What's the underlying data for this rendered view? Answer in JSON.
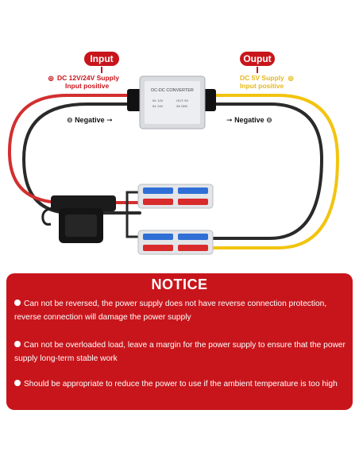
{
  "labels": {
    "input_pill": "Input",
    "output_pill": "Ouput",
    "input_desc_line1": "DC 12V/24V Supply",
    "input_desc_line2": "Input positive",
    "output_desc_line1": "DC 5V Supply",
    "output_desc_line2": "Input positive",
    "negative_left": "Negative",
    "negative_right": "Negative",
    "plus_symbol": "⊕",
    "minus_symbol": "⊖",
    "arrow_symbol": "➞"
  },
  "converter": {
    "title": "DC-DC CONVERTER",
    "spec_left_1": "IN: 12V",
    "spec_left_2": "IN: 24V",
    "spec_right_1": "OUT: 5V",
    "spec_right_2": "3A 15W"
  },
  "colors": {
    "accent_red": "#c8151b",
    "input_text": "#c8151b",
    "output_text": "#e7b81a",
    "red_wire": "#d32f2f",
    "yellow_wire": "#f2c40f",
    "black_wire": "#2a2a2a",
    "notice_bg": "#c8151b"
  },
  "notice": {
    "title": "NOTICE",
    "items": [
      "Can not be reversed, the power supply does not have reverse connection protection, reverse connection will damage the power supply",
      "Can not be overloaded load, leave a margin for the power supply to ensure that the power supply long-term stable work",
      "Should be appropriate to reduce the power to use if the ambient temperature is too high"
    ]
  }
}
